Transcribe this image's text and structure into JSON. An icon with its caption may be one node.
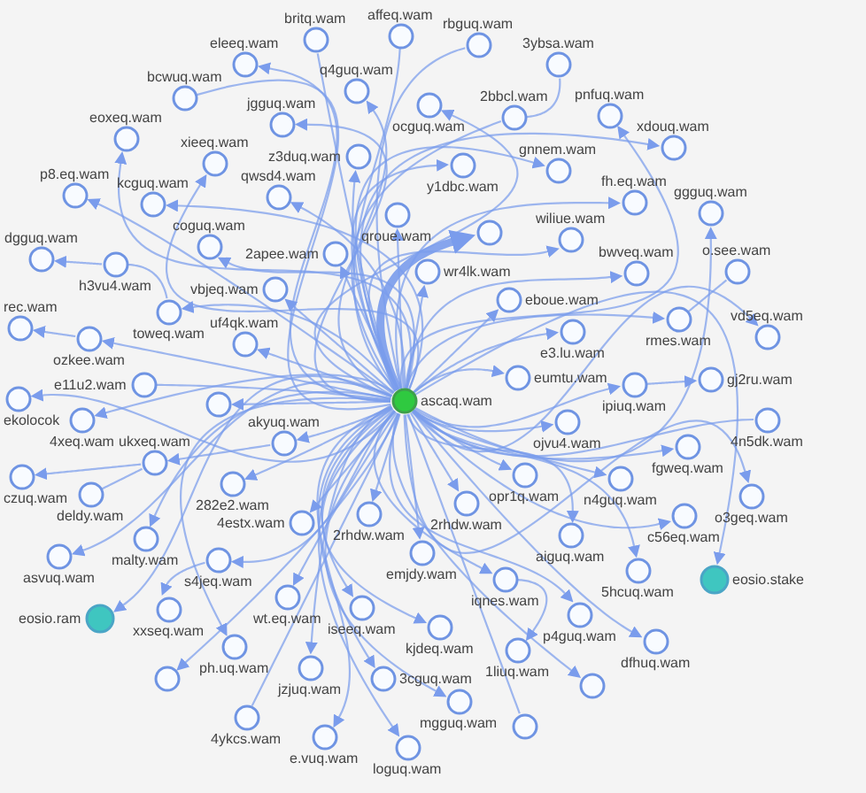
{
  "diagram": {
    "nodes": [
      {
        "text": [
          "ascaq.wam"
        ]
      },
      {
        "text": [
          "britq.wam"
        ]
      },
      {
        "text": [
          "affeq.wam"
        ]
      },
      {
        "text": [
          "rbguq.wam"
        ]
      },
      {
        "text": [
          "eleeq.wam"
        ]
      },
      {
        "text": [
          "3ybsa.wam"
        ]
      },
      {
        "text": [
          "q4guq.wam"
        ]
      },
      {
        "text": [
          "bcwuq.wam"
        ]
      },
      {
        "text": [
          "ocguq.wam"
        ]
      },
      {
        "text": [
          "pnfuq.wam"
        ]
      },
      {
        "text": [
          "2bbcl.wam"
        ]
      },
      {
        "text": [
          "jgguq.wam"
        ]
      },
      {
        "text": [
          "eoxeq.wam"
        ]
      },
      {
        "text": [
          "xdouq.wam"
        ]
      },
      {
        "text": [
          "z3duq.wam"
        ]
      },
      {
        "text": [
          "xieeq.wam"
        ]
      },
      {
        "text": [
          "y1dbc.wam"
        ]
      },
      {
        "text": [
          "gnnem.wam"
        ]
      },
      {
        "text": [
          "p8.eq.wam"
        ]
      },
      {
        "text": [
          "qwsd4.wam"
        ]
      },
      {
        "text": [
          "fh.eq.wam"
        ]
      },
      {
        "text": [
          "kcguq.wam"
        ]
      },
      {
        "text": [
          "ggguq.wam"
        ]
      },
      {
        "text": [
          "qroue.wam"
        ]
      },
      {
        "text": [],
        "shape": "circle"
      },
      {
        "text": [
          "wiliue.wam"
        ]
      },
      {
        "text": [
          "coguq.wam"
        ]
      },
      {
        "text": [
          "2apee.wam"
        ]
      },
      {
        "text": [
          "dgguq.wam"
        ]
      },
      {
        "text": [
          "h3vu4.wam"
        ]
      },
      {
        "text": [
          "wr4lk.wam"
        ]
      },
      {
        "text": [
          "bwveq.wam"
        ]
      },
      {
        "text": [
          "o.see.wam"
        ]
      },
      {
        "text": [
          "vbjeq.wam"
        ]
      },
      {
        "text": [
          "eboue.wam"
        ]
      },
      {
        "text": [
          "toweq.wam"
        ]
      },
      {
        "text": [
          "rec.wam"
        ]
      },
      {
        "text": [
          "rmes.wam"
        ]
      },
      {
        "text": [
          "e3.lu.wam"
        ]
      },
      {
        "text": [
          "vd5eq.wam"
        ]
      },
      {
        "text": [
          "ozkee.wam"
        ]
      },
      {
        "text": [
          "uf4qk.wam"
        ]
      },
      {
        "text": [
          "eumtu.wam"
        ]
      },
      {
        "text": [
          "gj2ru.wam"
        ]
      },
      {
        "text": [
          "ipiuq.wam"
        ]
      },
      {
        "text": [
          "e11u2.wam"
        ]
      },
      {
        "text": [
          "ekolocok"
        ]
      },
      {
        "text": [],
        "shape": "circle"
      },
      {
        "text": [
          "4xeq.wam"
        ]
      },
      {
        "text": [
          "4n5dk.wam"
        ]
      },
      {
        "text": [
          "ojvu4.wam"
        ]
      },
      {
        "text": [
          "akyuq.wam"
        ]
      },
      {
        "text": [
          "fgweq.wam"
        ]
      },
      {
        "text": [
          "ukxeq.wam"
        ]
      },
      {
        "text": [
          "opr1q.wam"
        ]
      },
      {
        "text": [
          "czuq.wam"
        ]
      },
      {
        "text": [
          "n4guq.wam"
        ]
      },
      {
        "text": [
          "282e2.wam"
        ]
      },
      {
        "text": [
          "deldy.wam"
        ]
      },
      {
        "text": [
          "o3geq.wam"
        ]
      },
      {
        "text": [
          "2rhdw.wam"
        ]
      },
      {
        "text": [
          "2rhdw.wam"
        ]
      },
      {
        "text": [
          "c56eq.wam"
        ]
      },
      {
        "text": [
          "4estx.wam"
        ]
      },
      {
        "text": [
          "aiguq.wam"
        ]
      },
      {
        "text": [
          "malty.wam"
        ]
      },
      {
        "text": [
          "emjdy.wam"
        ]
      },
      {
        "text": [
          "asvuq.wam"
        ]
      },
      {
        "text": [
          "s4jeq.wam"
        ]
      },
      {
        "text": [
          "5hcuq.wam"
        ]
      },
      {
        "text": [
          "eosio.stake"
        ]
      },
      {
        "text": [
          "iqnes.wam"
        ]
      },
      {
        "text": [
          "wt.eq.wam"
        ]
      },
      {
        "text": [
          "iseeq.wam"
        ]
      },
      {
        "text": [
          "xxseq.wam"
        ]
      },
      {
        "text": [
          "p4guq.wam"
        ]
      },
      {
        "text": [
          "eosio.ram"
        ]
      },
      {
        "text": [
          "kjdeq.wam"
        ]
      },
      {
        "text": [
          "dfhuq.wam"
        ]
      },
      {
        "text": [
          "ph.uq.wam"
        ]
      },
      {
        "text": [
          "1liuq.wam"
        ]
      },
      {
        "text": [
          "jzjuq.wam"
        ]
      },
      {
        "text": [],
        "shape": "circle"
      },
      {
        "text": [
          "3cguq.wam"
        ]
      },
      {
        "text": [],
        "shape": "circle"
      },
      {
        "text": [
          "mgguq.wam"
        ]
      },
      {
        "text": [
          "4ykcs.wam"
        ]
      },
      {
        "text": [],
        "shape": "circle"
      },
      {
        "text": [
          "e.vuq.wam"
        ]
      },
      {
        "text": [
          "loguq.wam"
        ]
      }
    ],
    "edges": [
      {
        "from": 0,
        "to": 1,
        "arrow": "none"
      },
      {
        "from": 0,
        "to": 2,
        "arrow": "none"
      },
      {
        "from": 0,
        "to": 3,
        "arrow": "none"
      },
      {
        "from": 0,
        "to": 4,
        "arrow": "to"
      },
      {
        "from": 10,
        "to": 5,
        "arrow": "none"
      },
      {
        "from": 0,
        "to": 6,
        "arrow": "to"
      },
      {
        "from": 0,
        "to": 7,
        "arrow": "none"
      },
      {
        "from": 0,
        "to": 8,
        "arrow": "to"
      },
      {
        "from": 0,
        "to": 9,
        "arrow": "to"
      },
      {
        "from": 0,
        "to": 10,
        "arrow": "none"
      },
      {
        "from": 0,
        "to": 11,
        "arrow": "to"
      },
      {
        "from": 0,
        "to": 12,
        "arrow": "to"
      },
      {
        "from": 0,
        "to": 13,
        "arrow": "to"
      },
      {
        "from": 0,
        "to": 14,
        "arrow": "to"
      },
      {
        "from": 0,
        "to": 15,
        "arrow": "to"
      },
      {
        "from": 0,
        "to": 16,
        "arrow": "to"
      },
      {
        "from": 0,
        "to": 17,
        "arrow": "to"
      },
      {
        "from": 0,
        "to": 18,
        "arrow": "to"
      },
      {
        "from": 0,
        "to": 19,
        "arrow": "to"
      },
      {
        "from": 0,
        "to": 20,
        "arrow": "to"
      },
      {
        "from": 0,
        "to": 21,
        "arrow": "to"
      },
      {
        "from": 0,
        "to": 22,
        "arrow": "to"
      },
      {
        "from": 0,
        "to": 23,
        "arrow": "to"
      },
      {
        "from": 0,
        "to": 24,
        "arrow": "to",
        "style": "thick"
      },
      {
        "from": 0,
        "to": 25,
        "arrow": "to"
      },
      {
        "from": 0,
        "to": 26,
        "arrow": "to"
      },
      {
        "from": 0,
        "to": 27,
        "arrow": "to"
      },
      {
        "from": 29,
        "to": 28,
        "arrow": "to"
      },
      {
        "from": 35,
        "to": 29,
        "arrow": "none"
      },
      {
        "from": 0,
        "to": 30,
        "arrow": "to"
      },
      {
        "from": 0,
        "to": 31,
        "arrow": "to"
      },
      {
        "from": 37,
        "to": 32,
        "arrow": "none"
      },
      {
        "from": 0,
        "to": 33,
        "arrow": "to"
      },
      {
        "from": 0,
        "to": 34,
        "arrow": "to"
      },
      {
        "from": 0,
        "to": 35,
        "arrow": "to"
      },
      {
        "from": 40,
        "to": 36,
        "arrow": "to"
      },
      {
        "from": 0,
        "to": 37,
        "arrow": "to"
      },
      {
        "from": 0,
        "to": 38,
        "arrow": "to"
      },
      {
        "from": 0,
        "to": 39,
        "arrow": "to"
      },
      {
        "from": 0,
        "to": 40,
        "arrow": "to"
      },
      {
        "from": 0,
        "to": 41,
        "arrow": "to"
      },
      {
        "from": 0,
        "to": 42,
        "arrow": "to"
      },
      {
        "from": 44,
        "to": 43,
        "arrow": "to"
      },
      {
        "from": 0,
        "to": 44,
        "arrow": "to"
      },
      {
        "from": 0,
        "to": 45,
        "arrow": "none"
      },
      {
        "from": 0,
        "to": 46,
        "arrow": "to"
      },
      {
        "from": 0,
        "to": 47,
        "arrow": "to"
      },
      {
        "from": 0,
        "to": 48,
        "arrow": "to"
      },
      {
        "from": 0,
        "to": 49,
        "arrow": "none"
      },
      {
        "from": 0,
        "to": 50,
        "arrow": "to"
      },
      {
        "from": 0,
        "to": 51,
        "arrow": "to"
      },
      {
        "from": 0,
        "to": 52,
        "arrow": "to"
      },
      {
        "from": 51,
        "to": 53,
        "arrow": "to"
      },
      {
        "from": 0,
        "to": 54,
        "arrow": "to"
      },
      {
        "from": 53,
        "to": 55,
        "arrow": "to"
      },
      {
        "from": 0,
        "to": 56,
        "arrow": "to"
      },
      {
        "from": 0,
        "to": 57,
        "arrow": "to"
      },
      {
        "from": 53,
        "to": 58,
        "arrow": "none"
      },
      {
        "from": 0,
        "to": 59,
        "arrow": "to"
      },
      {
        "from": 0,
        "to": 60,
        "arrow": "to"
      },
      {
        "from": 0,
        "to": 61,
        "arrow": "to"
      },
      {
        "from": 0,
        "to": 62,
        "arrow": "to"
      },
      {
        "from": 0,
        "to": 63,
        "arrow": "to"
      },
      {
        "from": 0,
        "to": 64,
        "arrow": "to"
      },
      {
        "from": 0,
        "to": 65,
        "arrow": "to"
      },
      {
        "from": 0,
        "to": 66,
        "arrow": "to"
      },
      {
        "from": 0,
        "to": 67,
        "arrow": "to"
      },
      {
        "from": 0,
        "to": 68,
        "arrow": "to"
      },
      {
        "from": 0,
        "to": 69,
        "arrow": "to"
      },
      {
        "from": 0,
        "to": 70,
        "arrow": "to"
      },
      {
        "from": 0,
        "to": 71,
        "arrow": "to"
      },
      {
        "from": 0,
        "to": 72,
        "arrow": "to"
      },
      {
        "from": 0,
        "to": 73,
        "arrow": "to"
      },
      {
        "from": 68,
        "to": 74,
        "arrow": "to"
      },
      {
        "from": 0,
        "to": 75,
        "arrow": "to"
      },
      {
        "from": 0,
        "to": 76,
        "arrow": "to"
      },
      {
        "from": 0,
        "to": 77,
        "arrow": "to"
      },
      {
        "from": 0,
        "to": 78,
        "arrow": "to"
      },
      {
        "from": 0,
        "to": 79,
        "arrow": "to"
      },
      {
        "from": 71,
        "to": 80,
        "arrow": "to"
      },
      {
        "from": 0,
        "to": 81,
        "arrow": "to"
      },
      {
        "from": 0,
        "to": 82,
        "arrow": "to"
      },
      {
        "from": 0,
        "to": 83,
        "arrow": "to"
      },
      {
        "from": 0,
        "to": 84,
        "arrow": "to"
      },
      {
        "from": 0,
        "to": 85,
        "arrow": "to"
      },
      {
        "from": 0,
        "to": 86,
        "arrow": "none"
      },
      {
        "from": 0,
        "to": 87,
        "arrow": "none"
      },
      {
        "from": 0,
        "to": 88,
        "arrow": "to"
      },
      {
        "from": 0,
        "to": 89,
        "arrow": "to"
      }
    ]
  }
}
